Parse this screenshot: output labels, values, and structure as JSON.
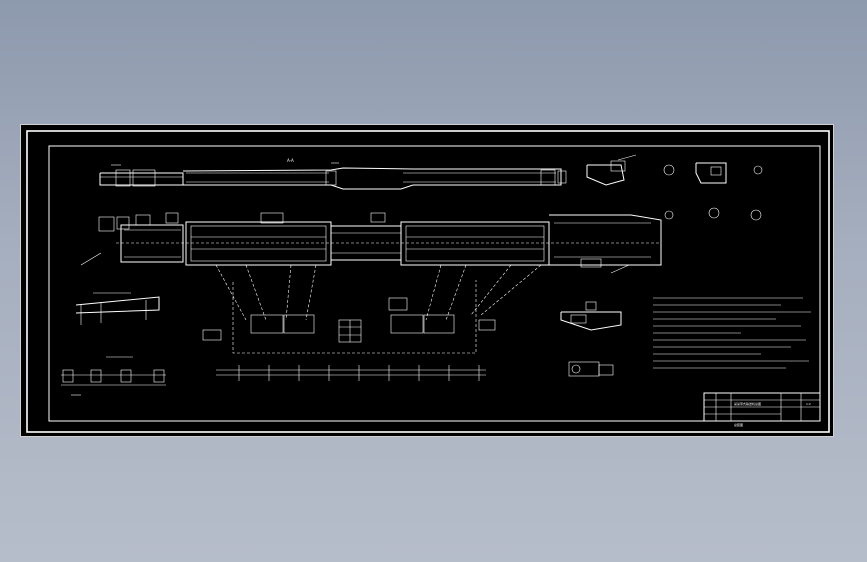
{
  "drawing": {
    "colors": {
      "background_top": "#8d99ad",
      "background_bottom": "#b6bdca",
      "sheet": "#000000",
      "line": "#ffffff"
    },
    "text": {
      "section_label": "A-A",
      "scale_label": "1:2",
      "title_block_name": "某某带式输送机总图",
      "title_block_subtitle": "总装图"
    }
  }
}
